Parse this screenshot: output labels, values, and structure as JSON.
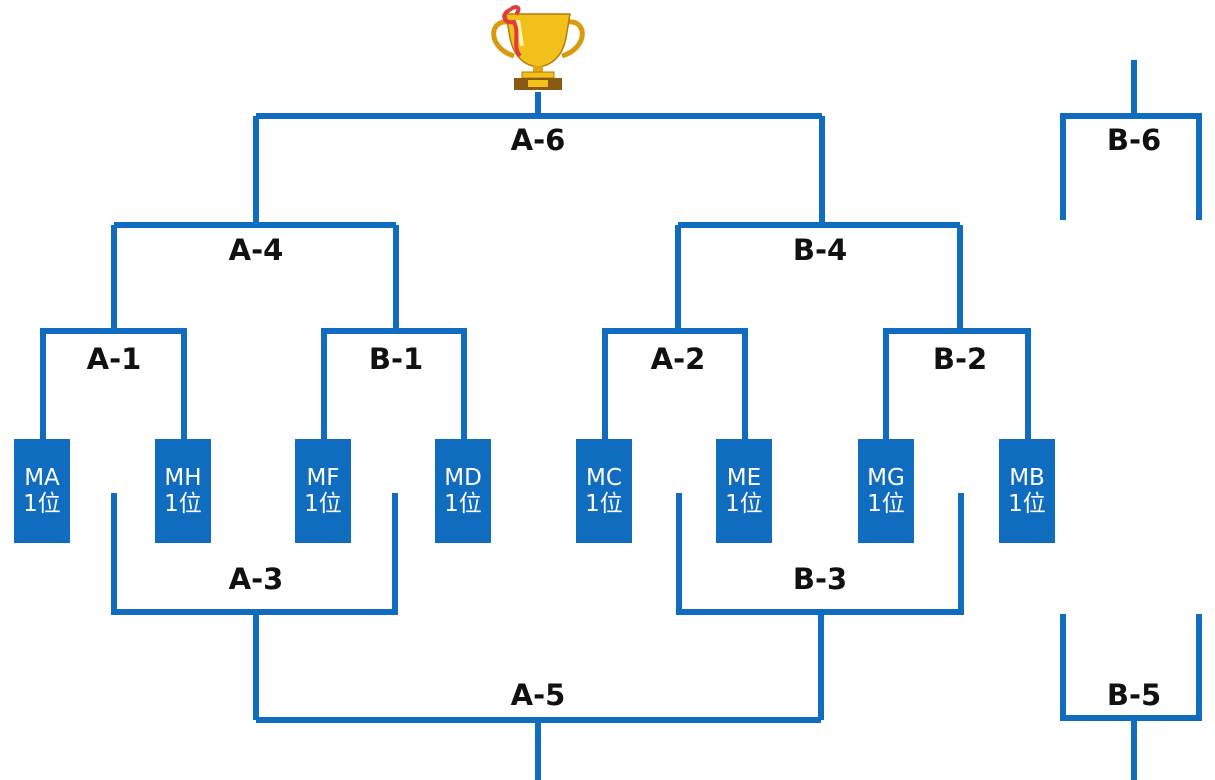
{
  "bracket": {
    "line_color": "#0f6cbf",
    "team_box_color": "#0f6cbf",
    "trophy_icon": "trophy-icon",
    "teams": [
      {
        "name": "MA",
        "rank": "1位"
      },
      {
        "name": "MH",
        "rank": "1位"
      },
      {
        "name": "MF",
        "rank": "1位"
      },
      {
        "name": "MD",
        "rank": "1位"
      },
      {
        "name": "MC",
        "rank": "1位"
      },
      {
        "name": "ME",
        "rank": "1位"
      },
      {
        "name": "MG",
        "rank": "1位"
      },
      {
        "name": "MB",
        "rank": "1位"
      }
    ],
    "matches": {
      "a1": "A-1",
      "b1": "B-1",
      "a2": "A-2",
      "b2": "B-2",
      "a3": "A-3",
      "b3": "B-3",
      "a4": "A-4",
      "b4": "B-4",
      "a5": "A-5",
      "a6": "A-6",
      "b5": "B-5",
      "b6": "B-6"
    }
  }
}
